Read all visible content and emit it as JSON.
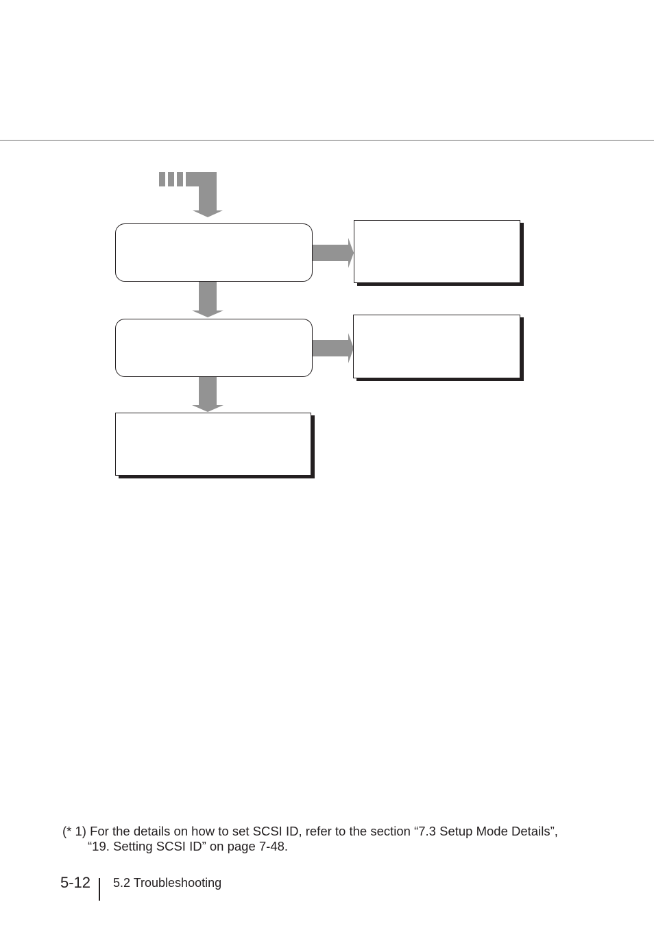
{
  "footnote": {
    "line1": "(* 1) For the details on how to set SCSI ID, refer to the section “7.3 Setup Mode Details”,",
    "line2": "“19. Setting SCSI ID” on page 7-48."
  },
  "footer": {
    "page_number": "5-12",
    "section": "5.2 Troubleshooting"
  },
  "colors": {
    "arrow_fill": "#939393",
    "box_border": "#231f20",
    "rule": "#6d6d6d"
  }
}
